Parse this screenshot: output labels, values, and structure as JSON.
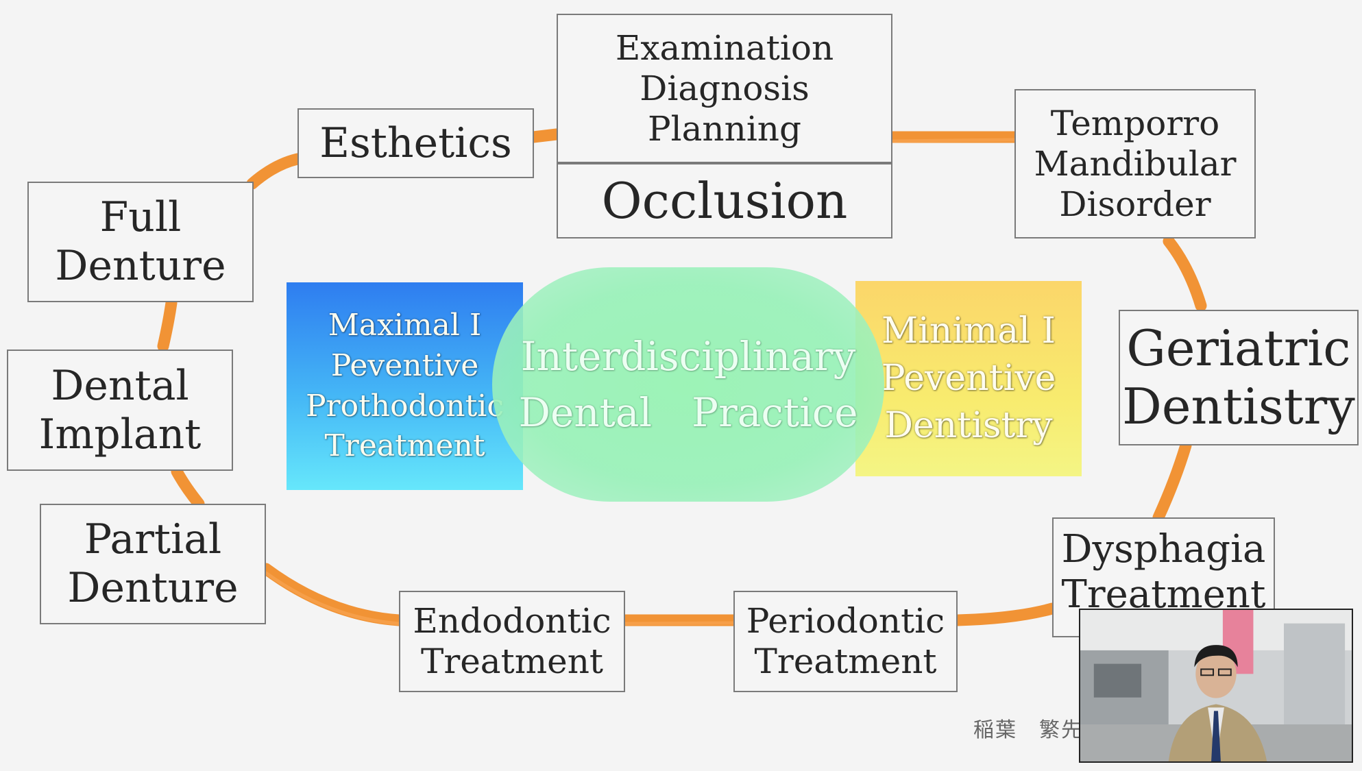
{
  "center": {
    "line1": "Interdisciplinary",
    "line2": "Dental　Practice"
  },
  "maximal": {
    "lines": [
      "Maximal I",
      "Peventive",
      "Prothodontic",
      "Treatment"
    ]
  },
  "minimal": {
    "lines": [
      "Minimal I",
      "Peventive",
      "Dentistry"
    ]
  },
  "nodes": {
    "exam": [
      "Examination",
      "Diagnosis",
      "Planning"
    ],
    "occlusion": "Occlusion",
    "esthetics": "Esthetics",
    "tmd": [
      "Temporro",
      "Mandibular",
      "Disorder"
    ],
    "geriatric": [
      "Geriatric",
      "Dentistry"
    ],
    "dysphagia": [
      "Dysphagia",
      "Treatment"
    ],
    "periodontic": [
      "Periodontic",
      "Treatment"
    ],
    "endodontic": [
      "Endodontic",
      "Treatment"
    ],
    "partial_denture": [
      "Partial",
      "Denture"
    ],
    "dental_implant": [
      "Dental",
      "Implant"
    ],
    "full_denture": [
      "Full",
      "Denture"
    ]
  },
  "speaker_caption": "稲葉　繁先",
  "colors": {
    "ring": "#f08a24",
    "box_border": "#7a7a7a"
  }
}
